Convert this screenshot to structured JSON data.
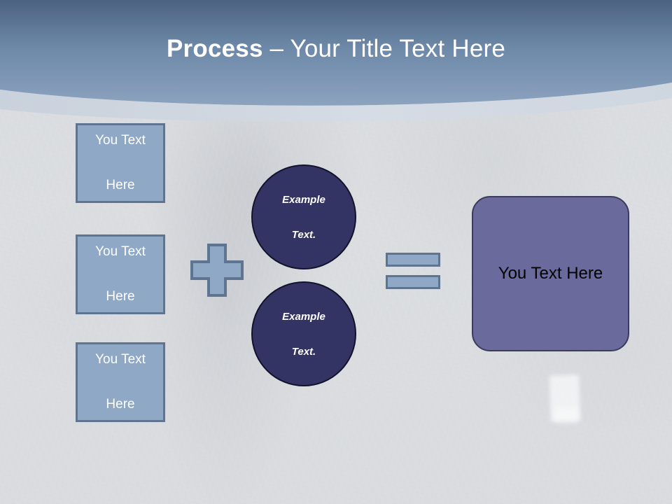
{
  "slide": {
    "title": {
      "strong": "Process",
      "separator": " – ",
      "rest": "Your Title Text Here"
    },
    "theme": {
      "header_gradient_top": "#4e6580",
      "header_gradient_bottom": "#8ca3bf",
      "box_fill": "#8fa8c6",
      "box_border": "#5f7490",
      "circle_fill": "#343464",
      "circle_border": "#12122c",
      "result_fill": "#6a6a9d",
      "result_border": "#3b3b5c",
      "title_color": "#ffffff",
      "body_background": "#d2d5d8"
    },
    "input_boxes": [
      {
        "line1": "You Text",
        "line2": "Here"
      },
      {
        "line1": "You Text",
        "line2": "Here"
      },
      {
        "line1": "You Text",
        "line2": "Here"
      }
    ],
    "operators": {
      "plus": "+",
      "equals": "="
    },
    "circles": [
      {
        "line1": "Example",
        "line2": "Text."
      },
      {
        "line1": "Example",
        "line2": "Text."
      }
    ],
    "result_box": {
      "label": "You Text Here"
    }
  }
}
